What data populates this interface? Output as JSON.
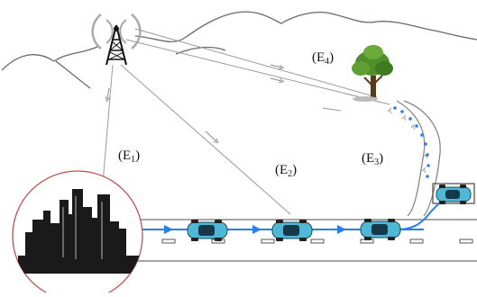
{
  "labels": {
    "e1": {
      "main": "(E",
      "sub": "1",
      "close": ")"
    },
    "e2": {
      "main": "(E",
      "sub": "2",
      "close": ")"
    },
    "e3": {
      "main": "(E",
      "sub": "3",
      "close": ")"
    },
    "e4": {
      "main": "(E",
      "sub": "4",
      "close": ")"
    }
  },
  "icons": {
    "tower": "radio-tower-icon",
    "tree": "tree-icon",
    "city": "city-skyline-icon",
    "car": "car-icon"
  },
  "colors": {
    "road_path": "#2a7fe6",
    "car_body": "#4fb8d6",
    "signal_line": "#9a9a9a",
    "city_circle": "#c0504d",
    "hills": "#666666",
    "tree_foliage": "#4e8f2a"
  }
}
